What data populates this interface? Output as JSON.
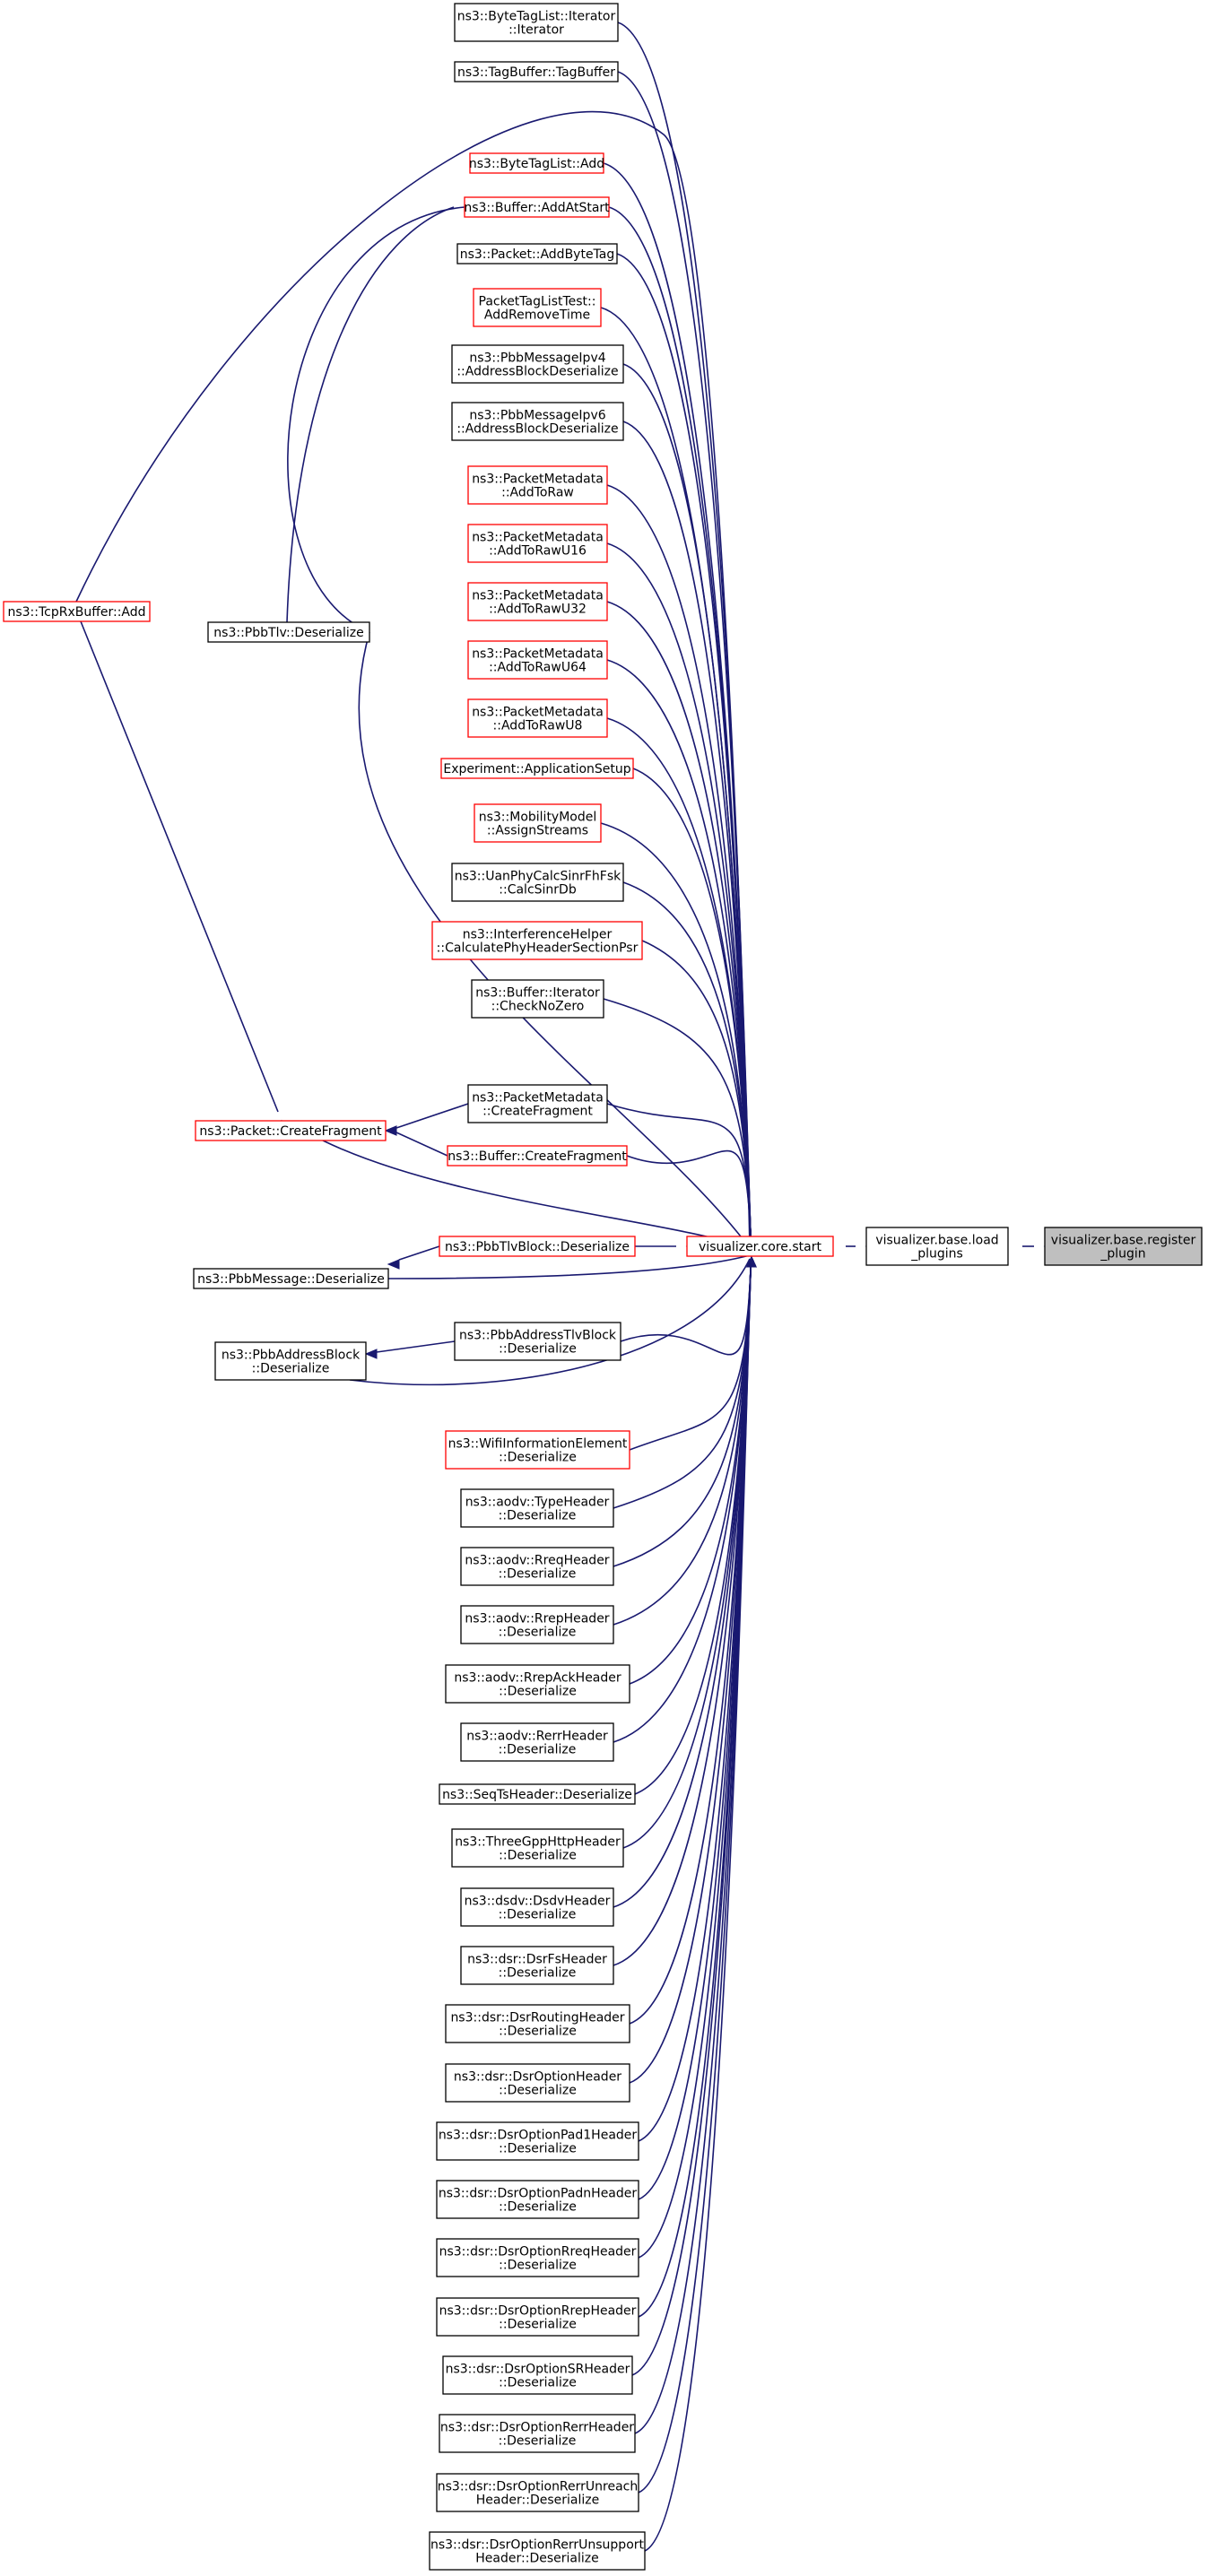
{
  "colors": {
    "edge": "#191970",
    "node_border_normal": "#000000",
    "node_border_truncated": "#ff0000",
    "node_fill": "#ffffff",
    "root_fill": "#bfbfbf"
  },
  "nodes": {
    "register": {
      "lines": [
        "visualizer.base.register",
        "_plugin"
      ],
      "style": "root"
    },
    "load": {
      "lines": [
        "visualizer.base.load",
        "_plugins"
      ],
      "style": "normal"
    },
    "start": {
      "lines": [
        "visualizer.core.start"
      ],
      "style": "truncated"
    },
    "bytetagiter": {
      "lines": [
        "ns3::ByteTagList::Iterator",
        "::Iterator"
      ],
      "style": "normal"
    },
    "tagbuffer": {
      "lines": [
        "ns3::TagBuffer::TagBuffer"
      ],
      "style": "normal"
    },
    "bytetagadd": {
      "lines": [
        "ns3::ByteTagList::Add"
      ],
      "style": "truncated"
    },
    "addatstart": {
      "lines": [
        "ns3::Buffer::AddAtStart"
      ],
      "style": "truncated"
    },
    "addbytetag": {
      "lines": [
        "ns3::Packet::AddByteTag"
      ],
      "style": "normal"
    },
    "addremovetime": {
      "lines": [
        "PacketTagListTest::",
        "AddRemoveTime"
      ],
      "style": "truncated"
    },
    "pbbipv4": {
      "lines": [
        "ns3::PbbMessageIpv4",
        "::AddressBlockDeserialize"
      ],
      "style": "normal"
    },
    "pbbipv6": {
      "lines": [
        "ns3::PbbMessageIpv6",
        "::AddressBlockDeserialize"
      ],
      "style": "normal"
    },
    "addtoraw": {
      "lines": [
        "ns3::PacketMetadata",
        "::AddToRaw"
      ],
      "style": "truncated"
    },
    "addtorawu16": {
      "lines": [
        "ns3::PacketMetadata",
        "::AddToRawU16"
      ],
      "style": "truncated"
    },
    "addtorawu32": {
      "lines": [
        "ns3::PacketMetadata",
        "::AddToRawU32"
      ],
      "style": "truncated"
    },
    "addtorawu64": {
      "lines": [
        "ns3::PacketMetadata",
        "::AddToRawU64"
      ],
      "style": "truncated"
    },
    "addtorawu8": {
      "lines": [
        "ns3::PacketMetadata",
        "::AddToRawU8"
      ],
      "style": "truncated"
    },
    "appsetup": {
      "lines": [
        "Experiment::ApplicationSetup"
      ],
      "style": "truncated"
    },
    "assignstreams": {
      "lines": [
        "ns3::MobilityModel",
        "::AssignStreams"
      ],
      "style": "truncated"
    },
    "calcsinrdb": {
      "lines": [
        "ns3::UanPhyCalcSinrFhFsk",
        "::CalcSinrDb"
      ],
      "style": "normal"
    },
    "calcphyhdr": {
      "lines": [
        "ns3::InterferenceHelper",
        "::CalculatePhyHeaderSectionPsr"
      ],
      "style": "truncated"
    },
    "checknozero": {
      "lines": [
        "ns3::Buffer::Iterator",
        "::CheckNoZero"
      ],
      "style": "normal"
    },
    "pmcreatefrag": {
      "lines": [
        "ns3::PacketMetadata",
        "::CreateFragment"
      ],
      "style": "normal"
    },
    "bufcreatefrag": {
      "lines": [
        "ns3::Buffer::CreateFragment"
      ],
      "style": "truncated"
    },
    "pbbtlvblock": {
      "lines": [
        "ns3::PbbTlvBlock::Deserialize"
      ],
      "style": "truncated"
    },
    "pbbaddrtlvblock": {
      "lines": [
        "ns3::PbbAddressTlvBlock",
        "::Deserialize"
      ],
      "style": "normal"
    },
    "wifiinfo": {
      "lines": [
        "ns3::WifiInformationElement",
        "::Deserialize"
      ],
      "style": "truncated"
    },
    "aodvtype": {
      "lines": [
        "ns3::aodv::TypeHeader",
        "::Deserialize"
      ],
      "style": "normal"
    },
    "aodvrreq": {
      "lines": [
        "ns3::aodv::RreqHeader",
        "::Deserialize"
      ],
      "style": "normal"
    },
    "aodvrrep": {
      "lines": [
        "ns3::aodv::RrepHeader",
        "::Deserialize"
      ],
      "style": "normal"
    },
    "aodvrrepack": {
      "lines": [
        "ns3::aodv::RrepAckHeader",
        "::Deserialize"
      ],
      "style": "normal"
    },
    "aodvrerr": {
      "lines": [
        "ns3::aodv::RerrHeader",
        "::Deserialize"
      ],
      "style": "normal"
    },
    "seqts": {
      "lines": [
        "ns3::SeqTsHeader::Deserialize"
      ],
      "style": "normal"
    },
    "threegpp": {
      "lines": [
        "ns3::ThreeGppHttpHeader",
        "::Deserialize"
      ],
      "style": "normal"
    },
    "dsdv": {
      "lines": [
        "ns3::dsdv::DsdvHeader",
        "::Deserialize"
      ],
      "style": "normal"
    },
    "dsrfs": {
      "lines": [
        "ns3::dsr::DsrFsHeader",
        "::Deserialize"
      ],
      "style": "normal"
    },
    "dsrrouting": {
      "lines": [
        "ns3::dsr::DsrRoutingHeader",
        "::Deserialize"
      ],
      "style": "normal"
    },
    "dsroption": {
      "lines": [
        "ns3::dsr::DsrOptionHeader",
        "::Deserialize"
      ],
      "style": "normal"
    },
    "dsrpad1": {
      "lines": [
        "ns3::dsr::DsrOptionPad1Header",
        "::Deserialize"
      ],
      "style": "normal"
    },
    "dsrpadn": {
      "lines": [
        "ns3::dsr::DsrOptionPadnHeader",
        "::Deserialize"
      ],
      "style": "normal"
    },
    "dsrrreq": {
      "lines": [
        "ns3::dsr::DsrOptionRreqHeader",
        "::Deserialize"
      ],
      "style": "normal"
    },
    "dsrrrep": {
      "lines": [
        "ns3::dsr::DsrOptionRrepHeader",
        "::Deserialize"
      ],
      "style": "normal"
    },
    "dsrsr": {
      "lines": [
        "ns3::dsr::DsrOptionSRHeader",
        "::Deserialize"
      ],
      "style": "normal"
    },
    "dsrrerr": {
      "lines": [
        "ns3::dsr::DsrOptionRerrHeader",
        "::Deserialize"
      ],
      "style": "normal"
    },
    "dsrunreach": {
      "lines": [
        "ns3::dsr::DsrOptionRerrUnreach",
        "Header::Deserialize"
      ],
      "style": "normal"
    },
    "dsrunsupport": {
      "lines": [
        "ns3::dsr::DsrOptionRerrUnsupport",
        "Header::Deserialize"
      ],
      "style": "normal"
    },
    "pbbtlv": {
      "lines": [
        "ns3::PbbTlv::Deserialize"
      ],
      "style": "normal"
    },
    "packetcreatefrag": {
      "lines": [
        "ns3::Packet::CreateFragment"
      ],
      "style": "truncated"
    },
    "pbbmsgdeser": {
      "lines": [
        "ns3::PbbMessage::Deserialize"
      ],
      "style": "normal"
    },
    "pbbaddrblock": {
      "lines": [
        "ns3::PbbAddressBlock",
        "::Deserialize"
      ],
      "style": "normal"
    },
    "tcprxadd": {
      "lines": [
        "ns3::TcpRxBuffer::Add"
      ],
      "style": "truncated"
    }
  }
}
